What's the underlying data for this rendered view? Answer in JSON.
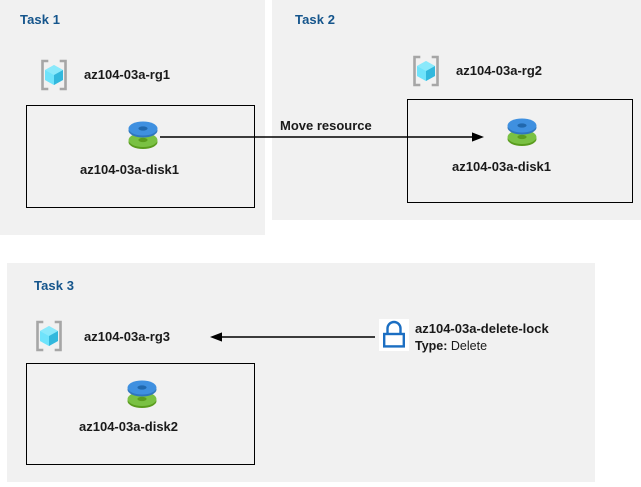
{
  "diagram": {
    "title_color": "#15558c",
    "panel_bg": "#f1f1f1",
    "page_bg": "#ffffff",
    "line_color": "#000000",
    "disk_top_color": "#3f8fdc",
    "disk_bottom_color": "#77bc1f",
    "rg_cube_color": "#50e6ff",
    "lock_color": "#1b6ec2"
  },
  "tasks": [
    {
      "label": "Task 1",
      "resource_group": "az104-03a-rg1",
      "rg_icon": "resource-group-icon",
      "resource": "az104-03a-disk1",
      "resource_icon": "managed-disk-icon"
    },
    {
      "label": "Task 2",
      "resource_group": "az104-03a-rg2",
      "rg_icon": "resource-group-icon",
      "resource": "az104-03a-disk1",
      "resource_icon": "managed-disk-icon"
    },
    {
      "label": "Task 3",
      "resource_group": "az104-03a-rg3",
      "rg_icon": "resource-group-icon",
      "resource": "az104-03a-disk2",
      "resource_icon": "managed-disk-icon"
    }
  ],
  "connectors": {
    "move": {
      "label": "Move resource",
      "direction": "right"
    },
    "lock_link": {
      "direction": "left"
    }
  },
  "lock": {
    "icon": "padlock-icon",
    "name": "az104-03a-delete-lock",
    "type_key": "Type:",
    "type_value": "Delete"
  }
}
